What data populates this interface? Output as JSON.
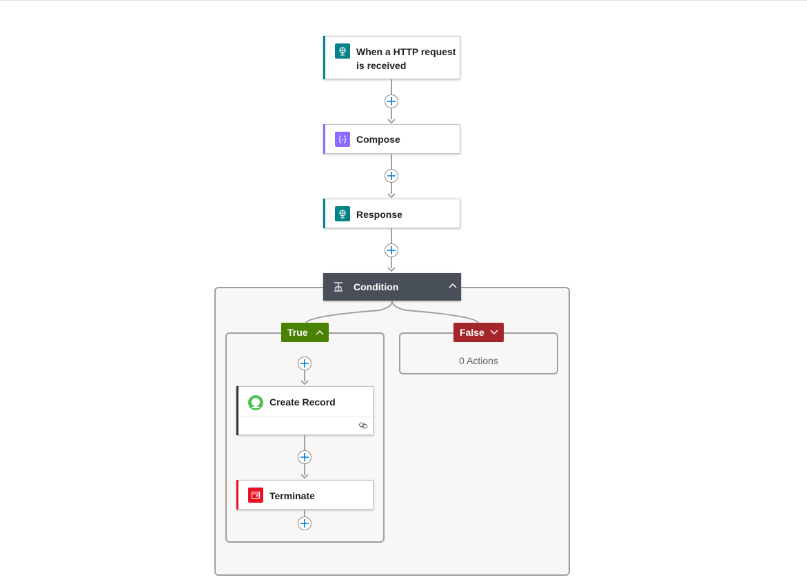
{
  "flow": {
    "trigger": {
      "title": "When a HTTP request is received",
      "icon": "http-globe-icon",
      "accent": "#038387"
    },
    "compose": {
      "title": "Compose",
      "icon": "compose-braces-icon",
      "accent": "#8c6cff"
    },
    "response": {
      "title": "Response",
      "icon": "http-globe-icon",
      "accent": "#038387"
    },
    "condition": {
      "title": "Condition",
      "icon": "condition-icon",
      "header_color": "#484f58",
      "true_branch": {
        "label": "True",
        "color": "#498205",
        "actions": [
          {
            "title": "Create Record",
            "icon": "dataverse-icon",
            "accent": "#323130",
            "footer_icon": "link-icon"
          },
          {
            "title": "Terminate",
            "icon": "terminate-icon",
            "accent": "#e81123"
          }
        ]
      },
      "false_branch": {
        "label": "False",
        "color": "#a4262c",
        "empty_text": "0 Actions"
      }
    }
  },
  "colors": {
    "plus_icon": "#0078d4",
    "connector": "#a19f9d"
  }
}
